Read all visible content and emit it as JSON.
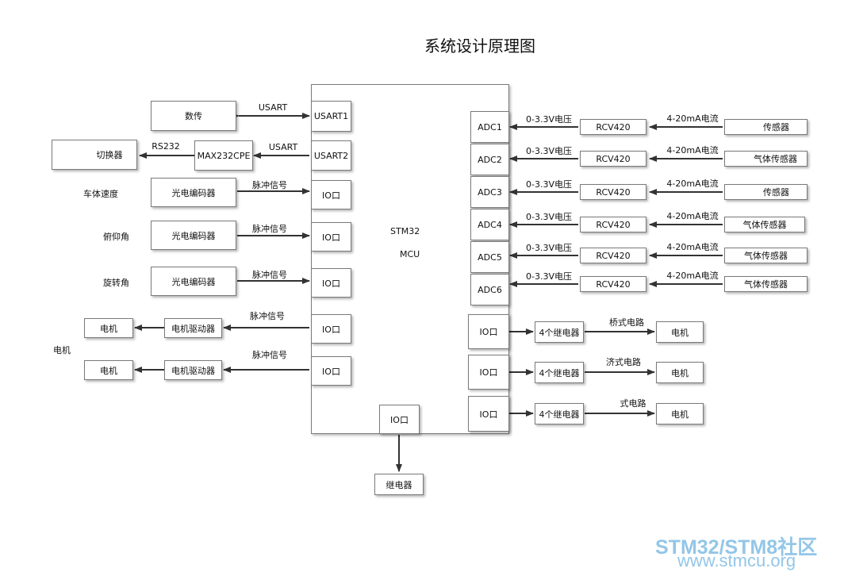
{
  "title": "系统设计原理图",
  "mcu": {
    "line1": "STM32",
    "line2": "MCU"
  },
  "left": {
    "usart1_port": "USART1",
    "usart2_port": "USART2",
    "usart1_link": "USART",
    "usart2_link": "USART",
    "rs232_link": "RS232",
    "data_radio": "数传",
    "max232": "MAX232CPE",
    "switcher": "切换器",
    "io_port": "IO口",
    "pulse_signal": "脉冲信号",
    "photo_encoder": "光电编码器",
    "motor_driver": "电机驱动器",
    "motor": "电机",
    "vehicle_speed": "车体速度",
    "pitch_angle": "俯仰角",
    "rotation_angle": "旋转角",
    "motor_side": "电机"
  },
  "right": {
    "adc": [
      "ADC1",
      "ADC2",
      "ADC3",
      "ADC4",
      "ADC5",
      "ADC6"
    ],
    "voltage_label": "0-3.3V电压",
    "current_label": "4-20mA电流",
    "rcv": "RCV420",
    "sensors": [
      "传感器",
      "气体传感器",
      "传感器",
      "气体传感器",
      "气体传感器",
      "气体传感器"
    ],
    "io_port": "IO口",
    "relays": "4个继电器",
    "circuits": [
      "桥式电路",
      "济式电路",
      "式电路"
    ],
    "motor": "电机"
  },
  "bottom": {
    "io_port": "IO口",
    "relay": "继电器"
  },
  "watermark": {
    "line1": "STM32/STM8社区",
    "line2": "www.stmcu.org"
  }
}
